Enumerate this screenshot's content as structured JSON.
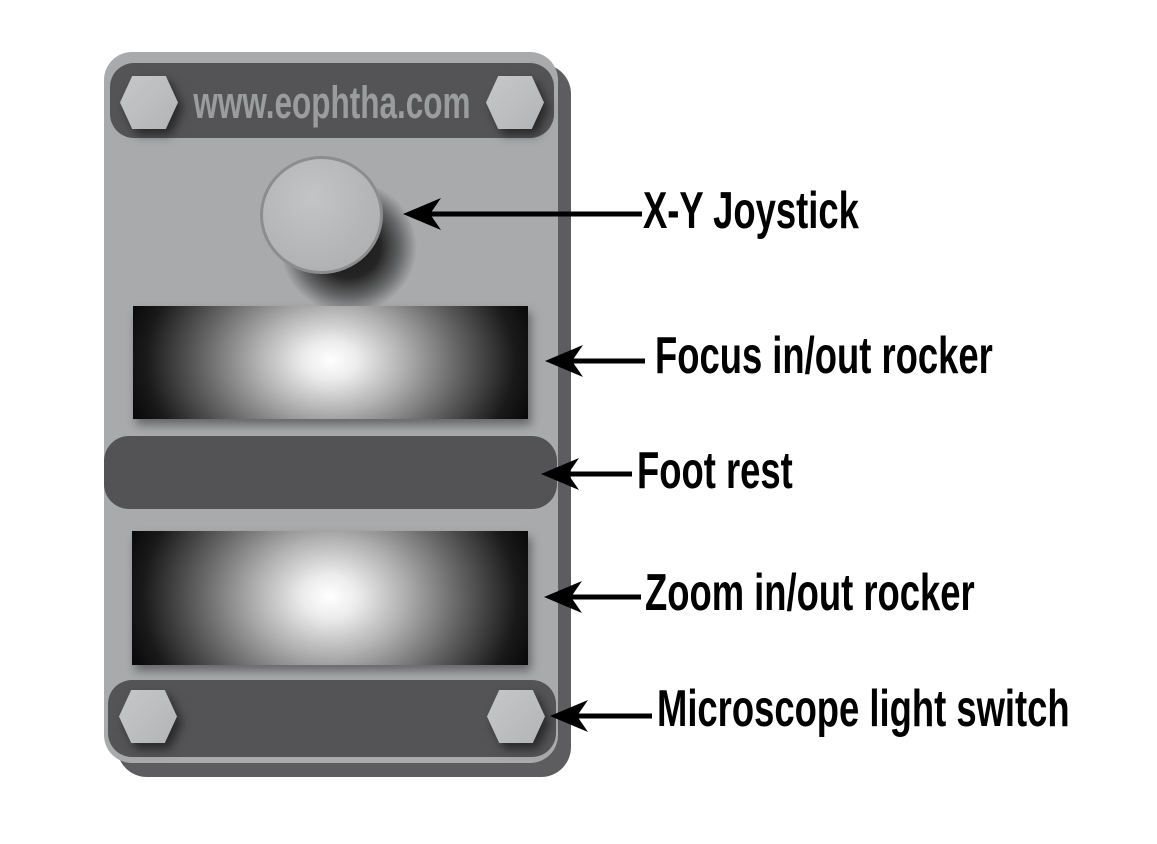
{
  "device": {
    "website_label": "www.eophtha.com"
  },
  "annotations": [
    "X-Y Joystick",
    "Focus in/out rocker",
    "Foot rest",
    "Zoom in/out rocker",
    "Microscope light switch"
  ],
  "colors": {
    "background": "#ffffff",
    "device_body": "#a9aaac",
    "plate": "#545456",
    "foot_rest": "#535355",
    "device_shadow": "#5d5d5f",
    "bolt": "#bcbdbf",
    "website_text": "#9b9c9e",
    "annotation_text": "#000000",
    "arrow": "#000000",
    "knob": "#b5b6b8",
    "knob_ring": "#8b8d8f"
  }
}
